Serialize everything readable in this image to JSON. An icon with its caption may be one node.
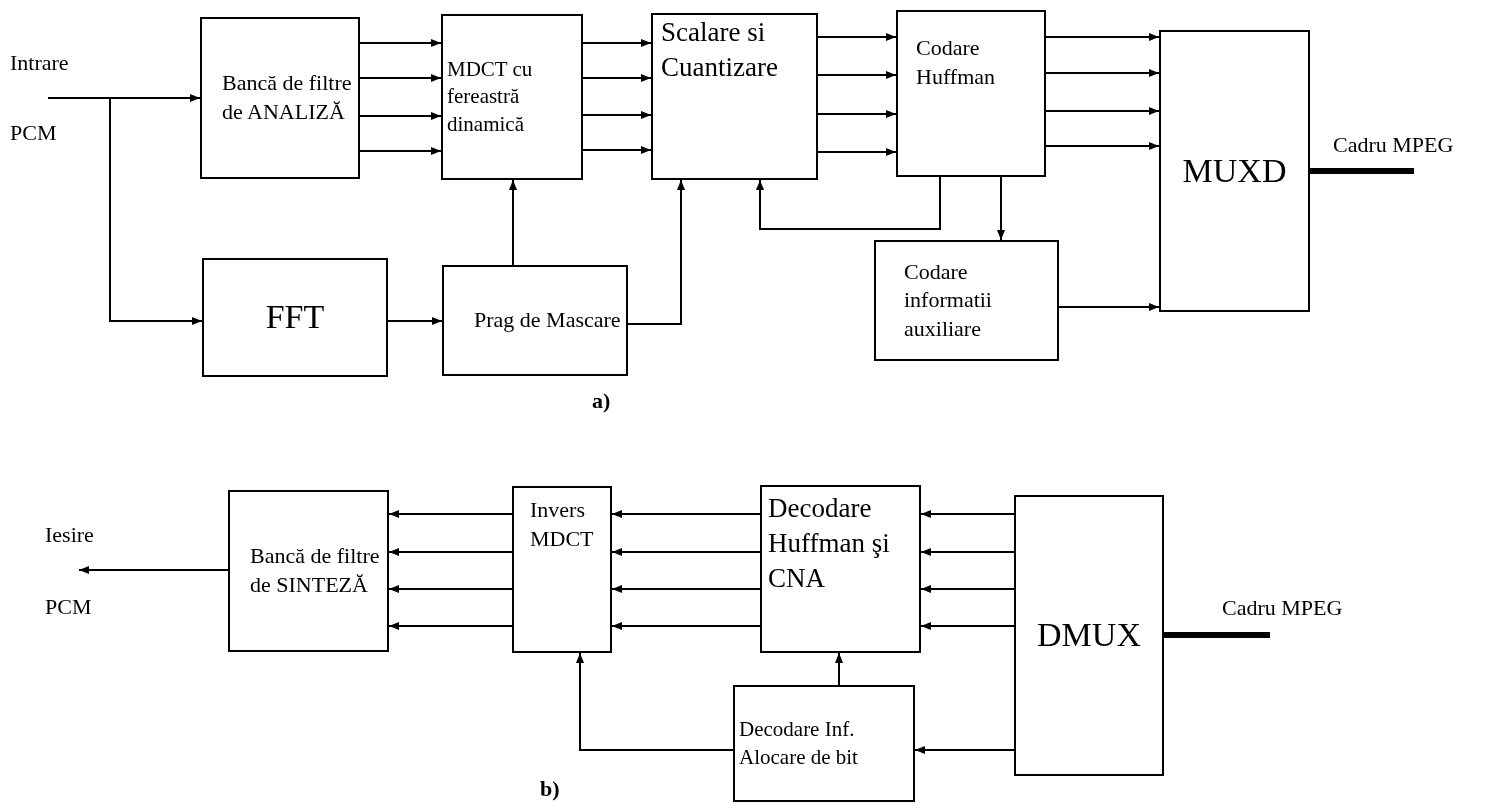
{
  "diagram": {
    "nodes": [
      {
        "text": [
          "Bancă de filtre de ANALIZĂ"
        ]
      },
      {
        "text": [
          "MDCT cu fereastră dinamică"
        ]
      },
      {
        "text": [
          "Scalare si Cuantizare"
        ]
      },
      {
        "text": [
          "Codare Huffman"
        ]
      },
      {
        "text": [
          "MUXD"
        ]
      },
      {
        "text": [
          "FFT"
        ]
      },
      {
        "text": [
          "Prag de Mascare"
        ]
      },
      {
        "text": [
          "Codare informatii auxiliare"
        ]
      },
      {
        "text": [
          "Bancă de filtre de SINTEZĂ"
        ]
      },
      {
        "text": [
          "Invers MDCT"
        ]
      },
      {
        "text": [
          "Decodare Huffman şi CNA"
        ]
      },
      {
        "text": [
          "DMUX"
        ]
      },
      {
        "text": [
          "Decodare Inf. Alocare de bit"
        ]
      }
    ],
    "edges": [
      {
        "from": null,
        "to": 0,
        "arrow": "to"
      },
      {
        "from": null,
        "to": 5,
        "arrow": "to"
      },
      {
        "from": 0,
        "to": 1,
        "arrow": "to"
      },
      {
        "from": 0,
        "to": 1,
        "arrow": "to"
      },
      {
        "from": 0,
        "to": 1,
        "arrow": "to"
      },
      {
        "from": 0,
        "to": 1,
        "arrow": "to"
      },
      {
        "from": 1,
        "to": 2,
        "arrow": "to"
      },
      {
        "from": 1,
        "to": 2,
        "arrow": "to"
      },
      {
        "from": 1,
        "to": 2,
        "arrow": "to"
      },
      {
        "from": 1,
        "to": 2,
        "arrow": "to"
      },
      {
        "from": 2,
        "to": 3,
        "arrow": "to"
      },
      {
        "from": 2,
        "to": 3,
        "arrow": "to"
      },
      {
        "from": 2,
        "to": 3,
        "arrow": "to"
      },
      {
        "from": 2,
        "to": 3,
        "arrow": "to"
      },
      {
        "from": 3,
        "to": 4,
        "arrow": "to"
      },
      {
        "from": 3,
        "to": 4,
        "arrow": "to"
      },
      {
        "from": 3,
        "to": 4,
        "arrow": "to"
      },
      {
        "from": 3,
        "to": 4,
        "arrow": "to"
      },
      {
        "from": 5,
        "to": 6,
        "arrow": "to"
      },
      {
        "from": 6,
        "to": 1,
        "arrow": "to"
      },
      {
        "from": 6,
        "to": 2,
        "arrow": "to"
      },
      {
        "from": 3,
        "to": 2,
        "arrow": "to"
      },
      {
        "from": 3,
        "to": 7,
        "arrow": "to"
      },
      {
        "from": 7,
        "to": 4,
        "arrow": "to"
      },
      {
        "from": 4,
        "to": null,
        "arrow": "none",
        "style": "thick"
      },
      {
        "from": 11,
        "to": 10,
        "arrow": "to"
      },
      {
        "from": 11,
        "to": 10,
        "arrow": "to"
      },
      {
        "from": 11,
        "to": 10,
        "arrow": "to"
      },
      {
        "from": 11,
        "to": 10,
        "arrow": "to"
      },
      {
        "from": 10,
        "to": 9,
        "arrow": "to"
      },
      {
        "from": 10,
        "to": 9,
        "arrow": "to"
      },
      {
        "from": 10,
        "to": 9,
        "arrow": "to"
      },
      {
        "from": 10,
        "to": 9,
        "arrow": "to"
      },
      {
        "from": 9,
        "to": 8,
        "arrow": "to"
      },
      {
        "from": 9,
        "to": 8,
        "arrow": "to"
      },
      {
        "from": 9,
        "to": 8,
        "arrow": "to"
      },
      {
        "from": 9,
        "to": 8,
        "arrow": "to"
      },
      {
        "from": 8,
        "to": null,
        "arrow": "to"
      },
      {
        "from": 12,
        "to": 10,
        "arrow": "to"
      },
      {
        "from": 12,
        "to": 9,
        "arrow": "to"
      },
      {
        "from": 11,
        "to": 12,
        "arrow": "to"
      },
      {
        "from": 11,
        "to": null,
        "arrow": "none",
        "style": "thick"
      }
    ],
    "labels": [
      "Intrare",
      "PCM",
      "Cadru MPEG",
      "a)",
      "Iesire",
      "PCM",
      "Cadru MPEG",
      "b)"
    ]
  }
}
